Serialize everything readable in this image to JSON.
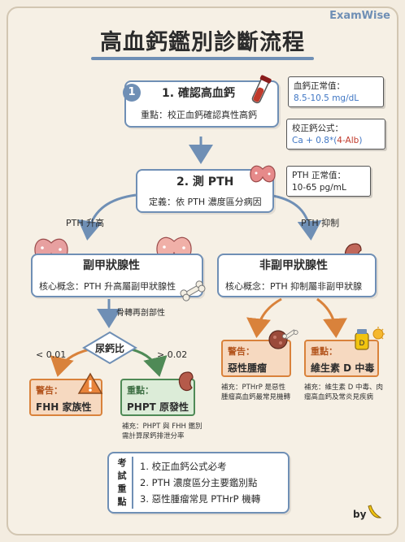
{
  "header": {
    "brand": "ExamWise",
    "title": "高血鈣鑑別診斷流程"
  },
  "step1": {
    "number": "1",
    "title": "1. 確認高血鈣",
    "note": "重點：校正血鈣確認真性高鈣",
    "normal_label": "血鈣正常值：",
    "normal_value": "8.5-10.5 mg/dL",
    "formula_label": "校正鈣公式：",
    "formula_a": "Ca + 0.8*(",
    "formula_b": "4-Alb",
    "formula_c": ")"
  },
  "step2": {
    "title": "2. 測 PTH",
    "definition": "定義：依 PTH 濃度區分病因",
    "normal_label": "PTH 正常值：",
    "normal_value": "10-65 pg/mL"
  },
  "branches": {
    "left": "PTH 升高",
    "right": "PTH 抑制"
  },
  "para": {
    "title": "副甲狀腺性",
    "concept": "核心概念：PTH 升高屬副甲狀腺性",
    "bone_label": "骨轉再剖部性",
    "ratio": "尿鈣比",
    "low": "< 0.01",
    "high": "> 0.02",
    "fhh_warn": "警告：",
    "fhh": "FHH 家族性",
    "phpt_key": "重點：",
    "phpt": "PHPT 原發性",
    "phpt_note_1": "補充：PHPT 與 FHH 鑑別",
    "phpt_note_2": "需計算尿鈣排泄分率"
  },
  "nonpara": {
    "title": "非副甲狀腺性",
    "concept": "核心概念：PTH 抑制屬非副甲狀腺",
    "malig_warn": "警告：",
    "malig": "惡性腫瘤",
    "malig_note_1": "補充：PTHrP 是惡性",
    "malig_note_2": "腫瘤高血鈣最常見機轉",
    "vitd_key": "重點：",
    "vitd": "維生素 D 中毒",
    "vitd_note_1": "補充：維生素 D 中毒、肉",
    "vitd_note_2": "瘤高血鈣及常炎見疾病"
  },
  "summary": {
    "label_chars": [
      "考",
      "試",
      "重",
      "點"
    ],
    "items": [
      "1. 校正血鈣公式必考",
      "2. PTH 濃度區分主要鑑別點",
      "3. 惡性腫瘤常見 PTHrP 機轉"
    ]
  },
  "footer": {
    "by": "by"
  },
  "colors": {
    "accent": "#6f8fb5",
    "warning_fill": "#f6d9c0",
    "warning_border": "#d9823b",
    "key_fill": "#dcecd8",
    "key_border": "#4f8a56",
    "background": "#f3ece0"
  },
  "icons": [
    "blood-tube-icon",
    "thyroid-icon",
    "bone-icon",
    "kidney-icon",
    "warning-icon",
    "tumor-icon",
    "vitamin-bottle-icon",
    "sun-icon",
    "banana-icon"
  ]
}
